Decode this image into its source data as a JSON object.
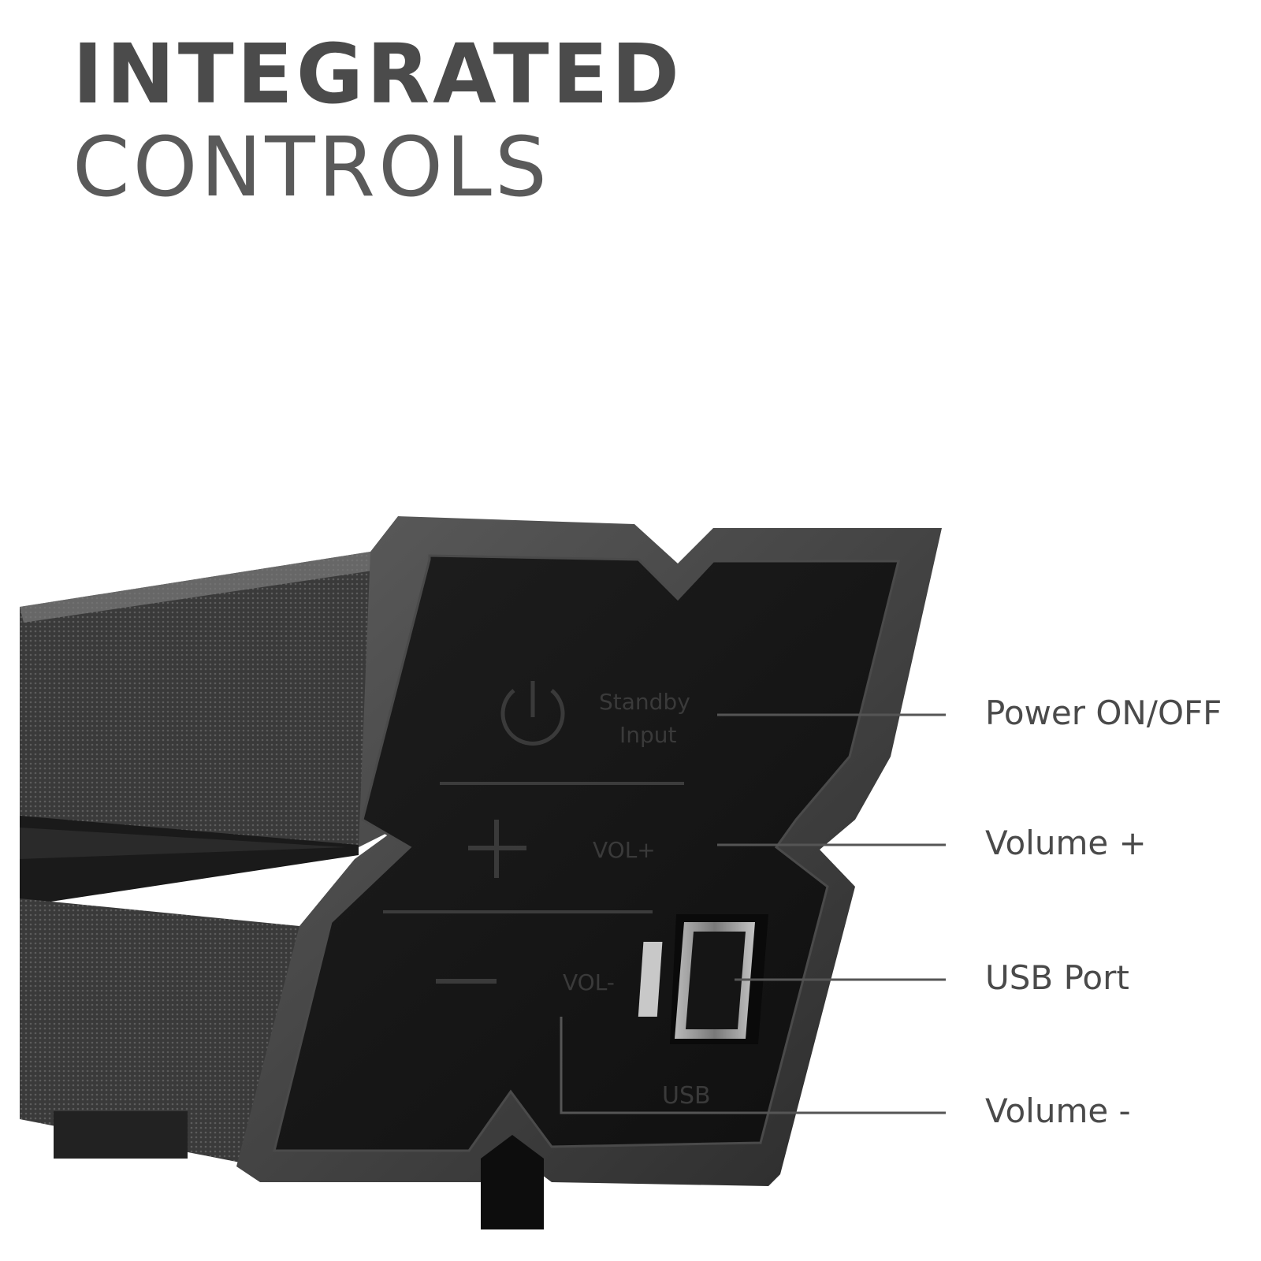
{
  "headline": {
    "line1": "INTEGRATED",
    "line2": "CONTROLS"
  },
  "panel": {
    "standby_label": "Standby",
    "input_label": "Input",
    "vol_plus_label": "VOL+",
    "vol_minus_label": "VOL-",
    "usb_label": "USB"
  },
  "callouts": [
    {
      "label": "Power ON/OFF"
    },
    {
      "label": "Volume +"
    },
    {
      "label": "USB Port"
    },
    {
      "label": "Volume -"
    }
  ],
  "colors": {
    "headline": "#4b4b4b",
    "panel": "#151515",
    "grille": "#3c3c3c",
    "callout_line": "#555555"
  },
  "icons": [
    "power-icon",
    "plus-icon",
    "minus-icon",
    "usb-port-icon"
  ]
}
